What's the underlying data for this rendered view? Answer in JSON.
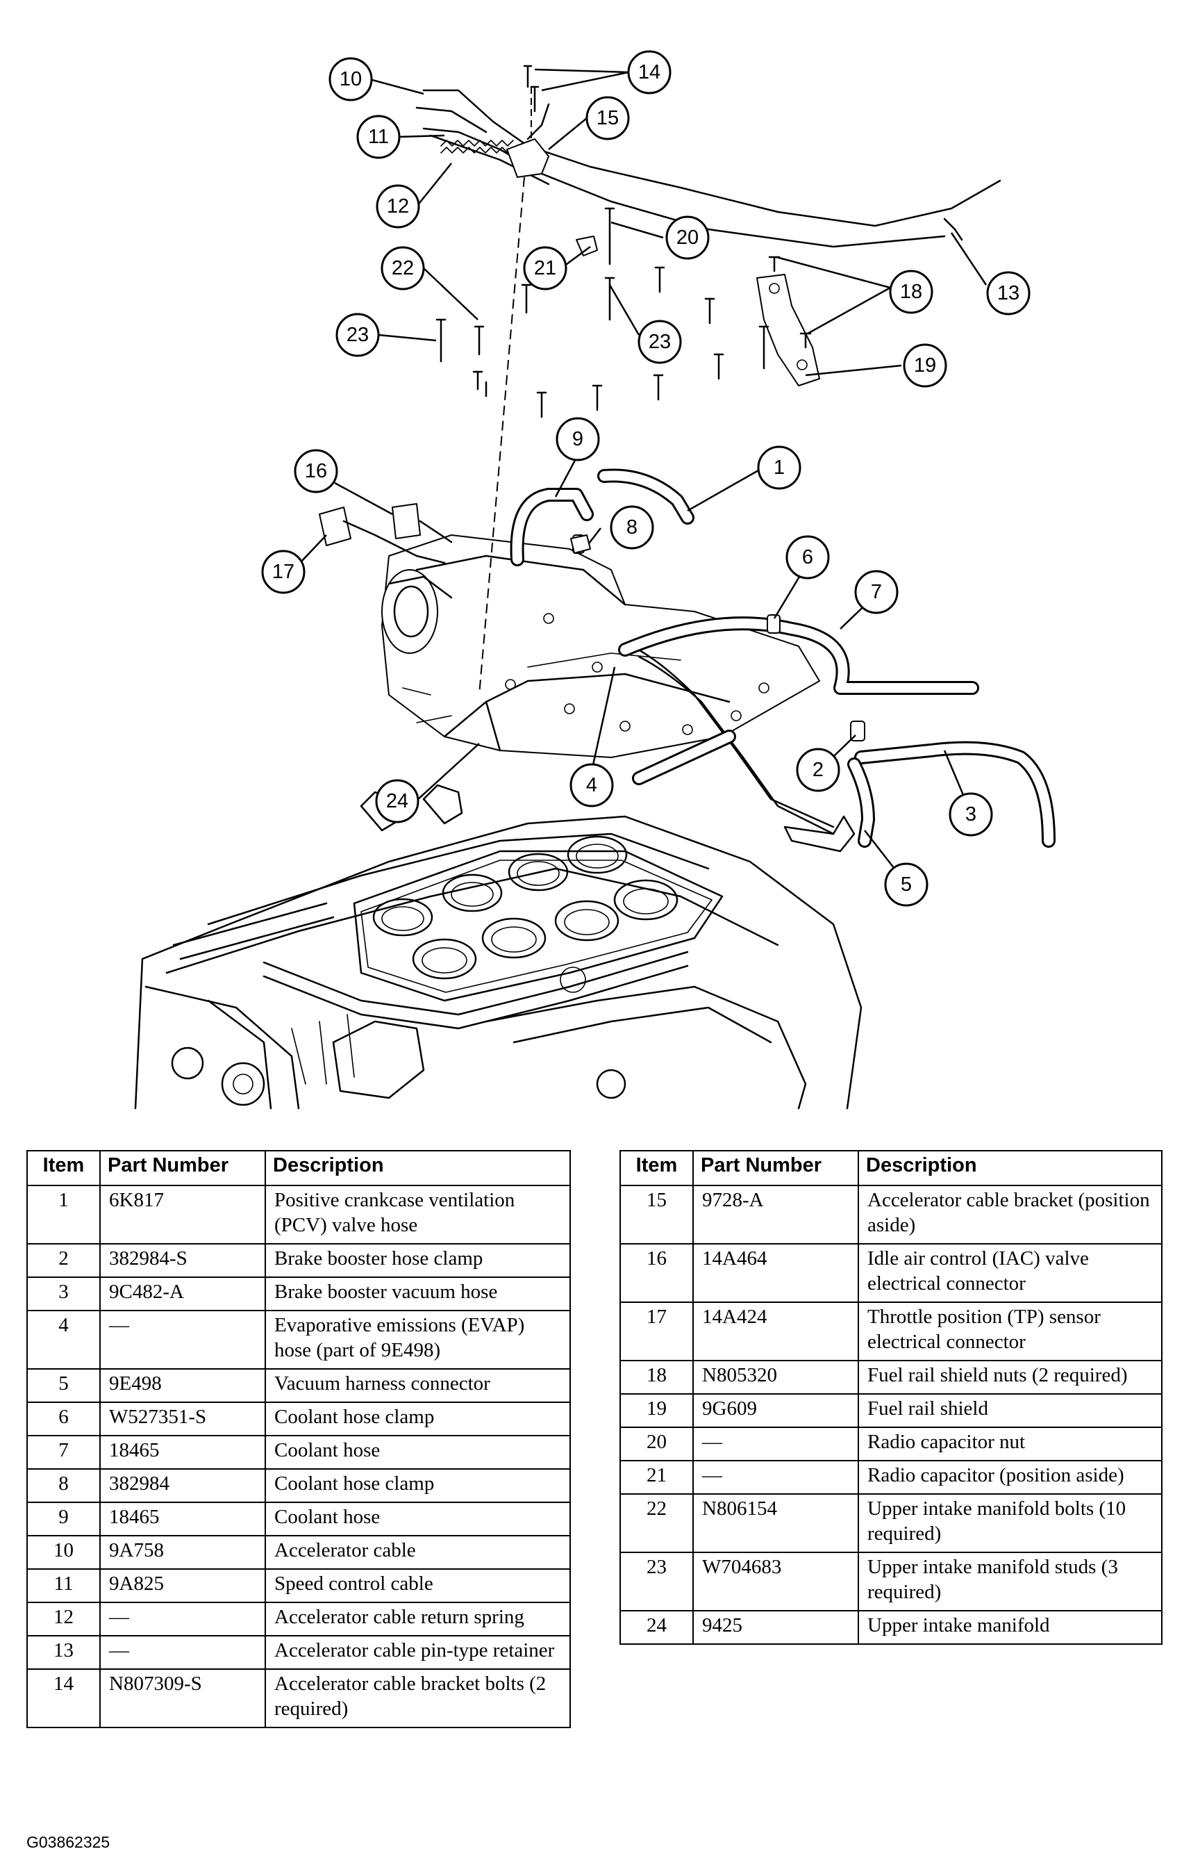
{
  "figure_code": "G03862325",
  "table_headers": {
    "item": "Item",
    "part_number": "Part Number",
    "description": "Description"
  },
  "parts_left": [
    {
      "item": "1",
      "part": "6K817",
      "desc": "Positive crankcase ventilation (PCV) valve hose"
    },
    {
      "item": "2",
      "part": "382984-S",
      "desc": "Brake booster hose clamp"
    },
    {
      "item": "3",
      "part": "9C482-A",
      "desc": "Brake booster vacuum hose"
    },
    {
      "item": "4",
      "part": "—",
      "desc": "Evaporative emissions (EVAP) hose (part of 9E498)"
    },
    {
      "item": "5",
      "part": "9E498",
      "desc": "Vacuum harness connector"
    },
    {
      "item": "6",
      "part": "W527351-S",
      "desc": "Coolant hose clamp"
    },
    {
      "item": "7",
      "part": "18465",
      "desc": "Coolant hose"
    },
    {
      "item": "8",
      "part": "382984",
      "desc": "Coolant hose clamp"
    },
    {
      "item": "9",
      "part": "18465",
      "desc": "Coolant hose"
    },
    {
      "item": "10",
      "part": "9A758",
      "desc": "Accelerator cable"
    },
    {
      "item": "11",
      "part": "9A825",
      "desc": "Speed control cable"
    },
    {
      "item": "12",
      "part": "—",
      "desc": "Accelerator cable return spring"
    },
    {
      "item": "13",
      "part": "—",
      "desc": "Accelerator cable pin-type retainer"
    },
    {
      "item": "14",
      "part": "N807309-S",
      "desc": "Accelerator cable bracket bolts (2 required)"
    }
  ],
  "parts_right": [
    {
      "item": "15",
      "part": "9728-A",
      "desc": "Accelerator cable bracket (position aside)"
    },
    {
      "item": "16",
      "part": "14A464",
      "desc": "Idle air control (IAC) valve electrical connector"
    },
    {
      "item": "17",
      "part": "14A424",
      "desc": "Throttle position (TP) sensor electrical connector"
    },
    {
      "item": "18",
      "part": "N805320",
      "desc": "Fuel rail shield nuts (2 required)"
    },
    {
      "item": "19",
      "part": "9G609",
      "desc": "Fuel rail shield"
    },
    {
      "item": "20",
      "part": "—",
      "desc": "Radio capacitor nut"
    },
    {
      "item": "21",
      "part": "—",
      "desc": "Radio capacitor (position aside)"
    },
    {
      "item": "22",
      "part": "N806154",
      "desc": "Upper intake manifold bolts (10 required)"
    },
    {
      "item": "23",
      "part": "W704683",
      "desc": "Upper intake manifold studs (3 required)"
    },
    {
      "item": "24",
      "part": "9425",
      "desc": "Upper intake manifold"
    }
  ],
  "callouts": [
    "10",
    "14",
    "15",
    "11",
    "12",
    "20",
    "22",
    "21",
    "18",
    "13",
    "23",
    "23",
    "19",
    "9",
    "1",
    "16",
    "8",
    "17",
    "6",
    "7",
    "2",
    "4",
    "3",
    "24",
    "5"
  ]
}
